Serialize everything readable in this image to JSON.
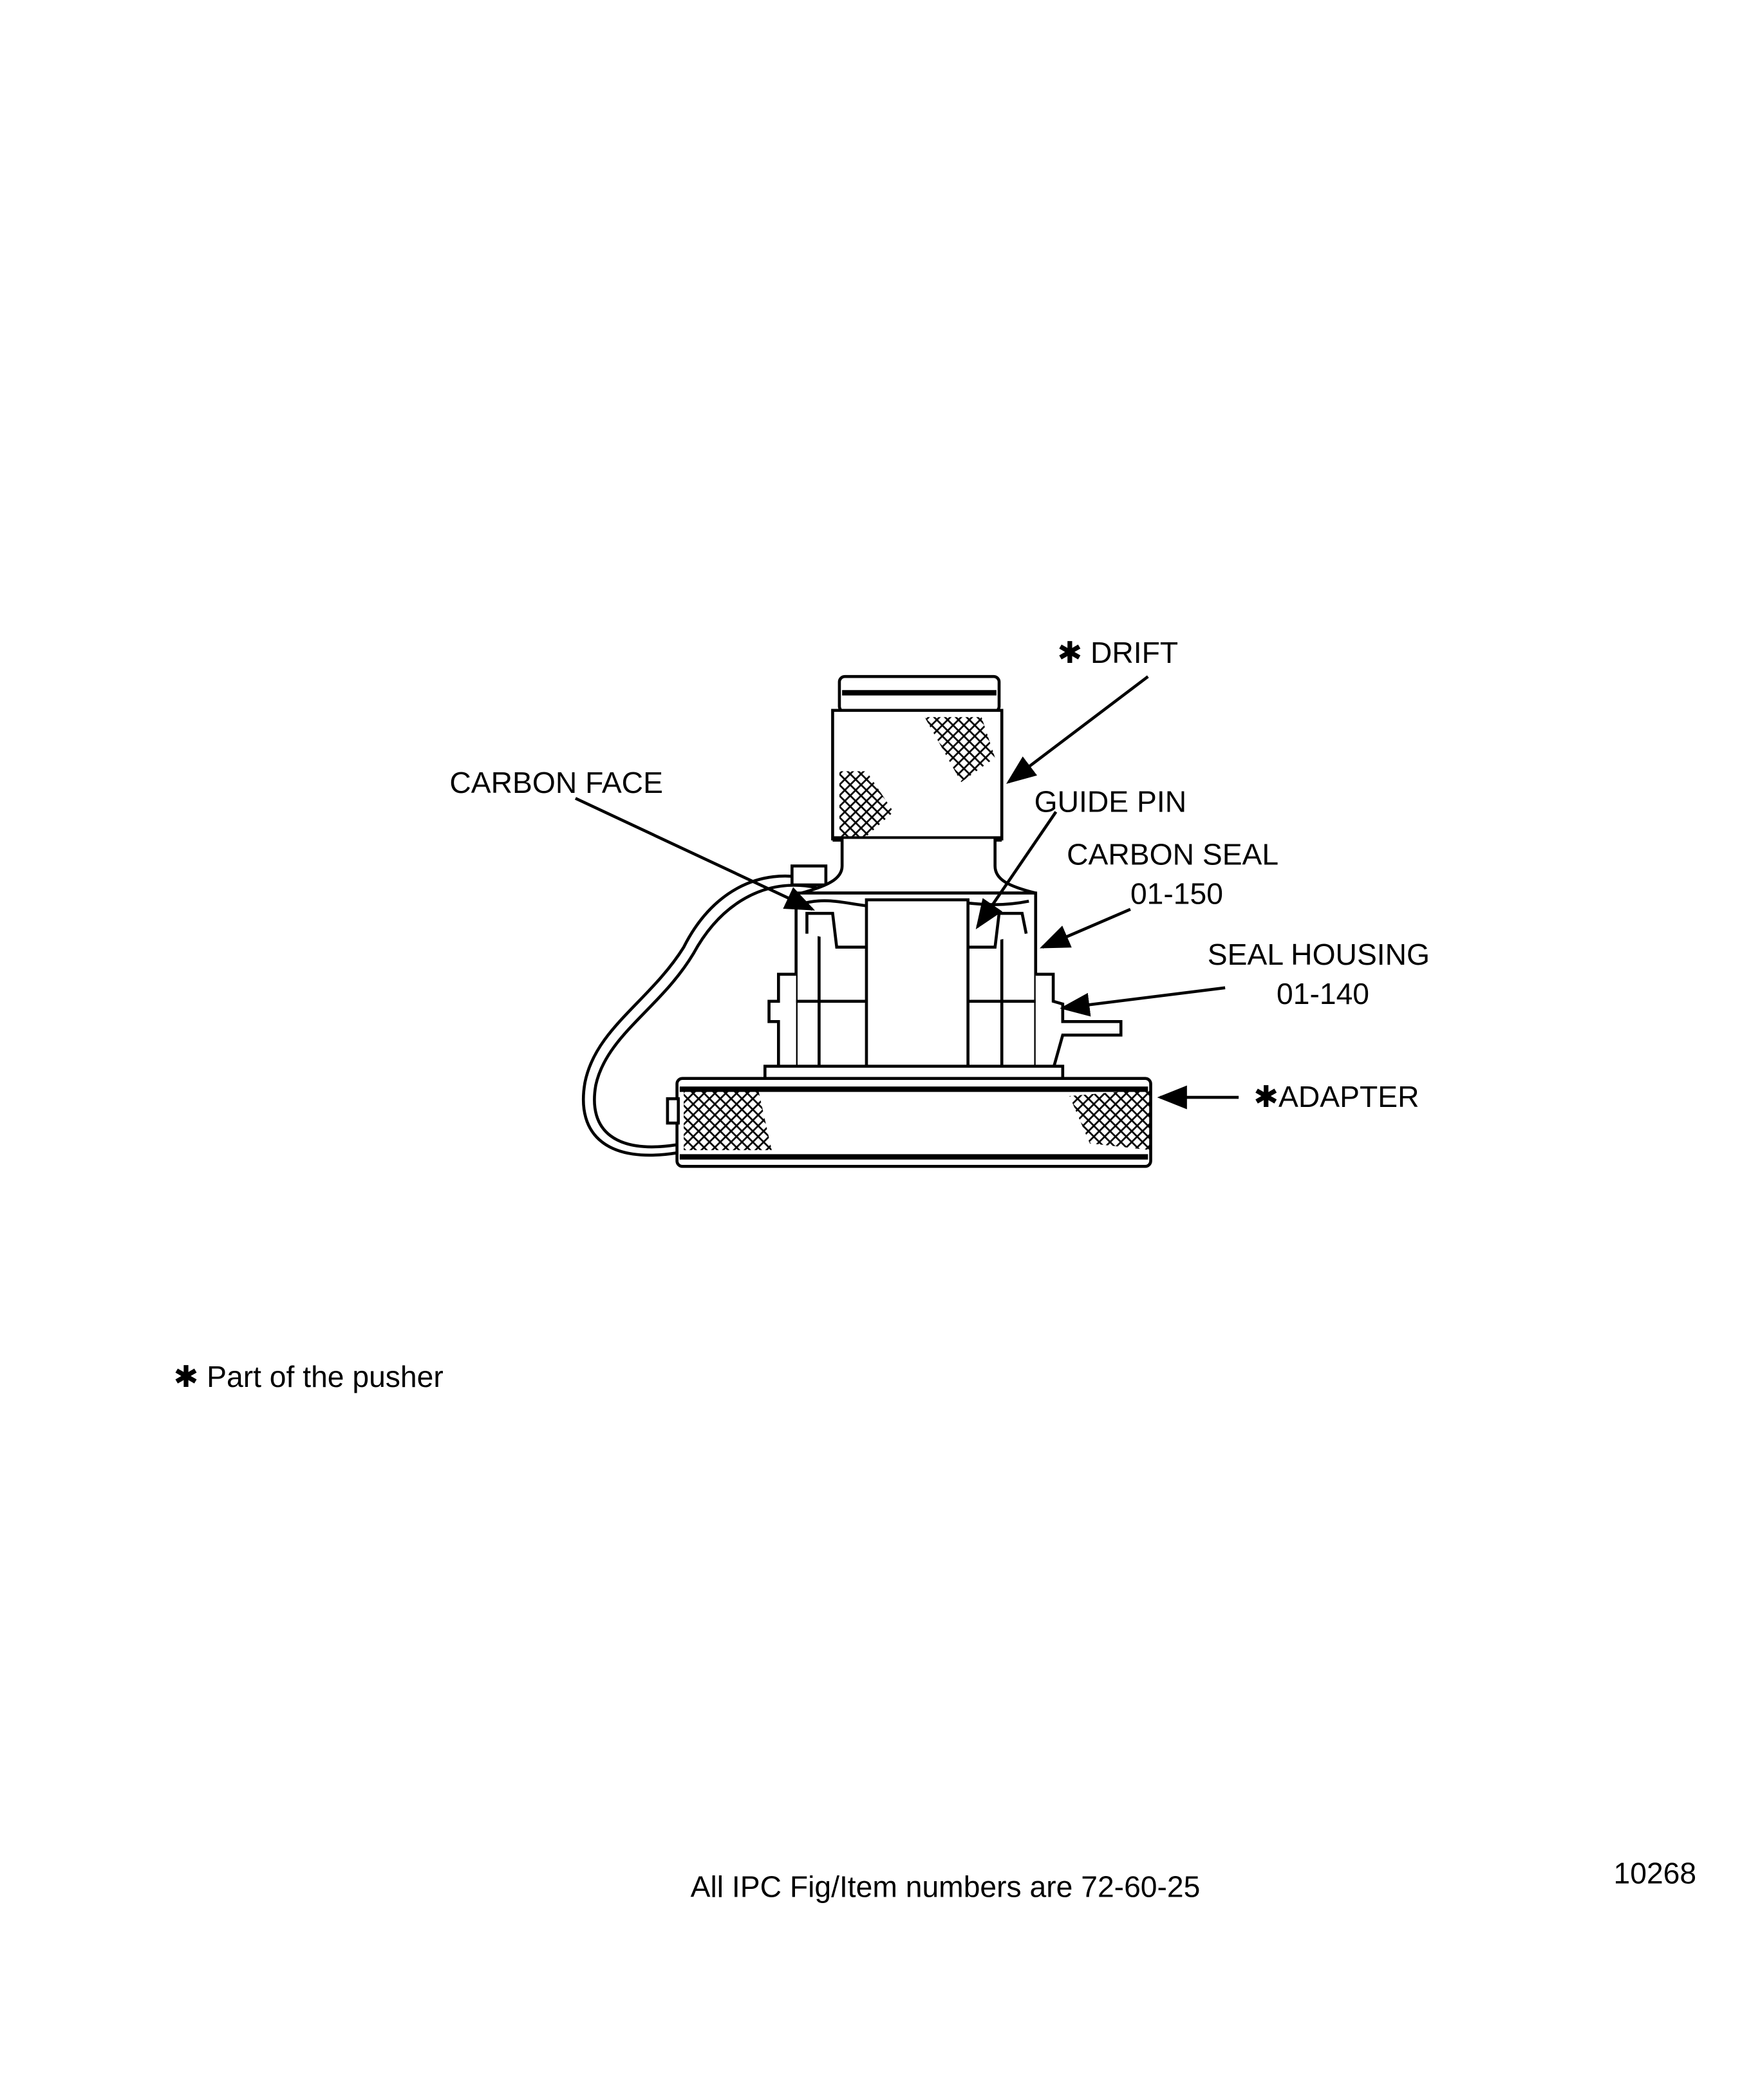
{
  "figure": {
    "labels": {
      "drift": "✱ DRIFT",
      "carbon_face": "CARBON FACE",
      "guide_pin": "GUIDE PIN",
      "carbon_seal": "CARBON SEAL",
      "carbon_seal_item": "01-150",
      "seal_housing": "SEAL HOUSING",
      "seal_housing_item": "01-140",
      "adapter": "✱ADAPTER"
    }
  },
  "footnote": "✱ Part of the pusher",
  "ipc_note": "All IPC Fig/Item numbers are 72-60-25",
  "figure_number": "10268"
}
